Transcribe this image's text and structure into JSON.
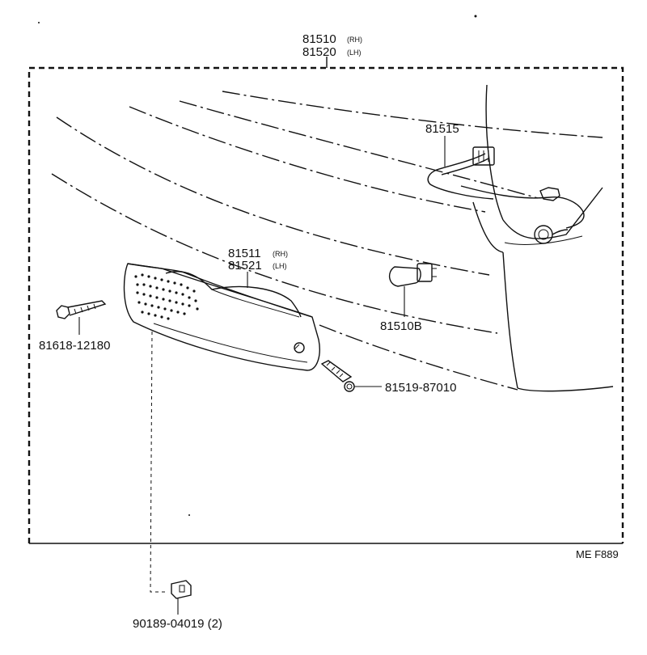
{
  "diagram": {
    "frame_label": {
      "part_rh": "81510",
      "suffix_rh": "(RH)",
      "part_lh": "81520",
      "suffix_lh": "(LH)"
    },
    "lens_label": {
      "part_rh": "81511",
      "suffix_rh": "(RH)",
      "part_lh": "81521",
      "suffix_lh": "(LH)"
    },
    "socket_label": "81515",
    "bulb_label": "81510B",
    "screw_left_label": "81618-12180",
    "screw_right_label": "81519-87010",
    "clip_label": "90189-04019 (2)",
    "figure_code": "ME F889"
  }
}
